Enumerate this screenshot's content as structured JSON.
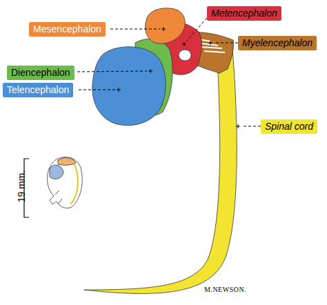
{
  "diagram": {
    "nodes": [
      {
        "text": [
          "Mesencephalon"
        ]
      },
      {
        "text": [
          "Metencephalon"
        ]
      },
      {
        "text": [
          "Myelencephalon"
        ]
      },
      {
        "text": [
          "Diencephalon"
        ]
      },
      {
        "text": [
          "Telencephalon"
        ]
      },
      {
        "text": [
          "Spinal cord"
        ]
      }
    ],
    "labels": [
      "19 mm.",
      "M.NEWSON."
    ]
  }
}
